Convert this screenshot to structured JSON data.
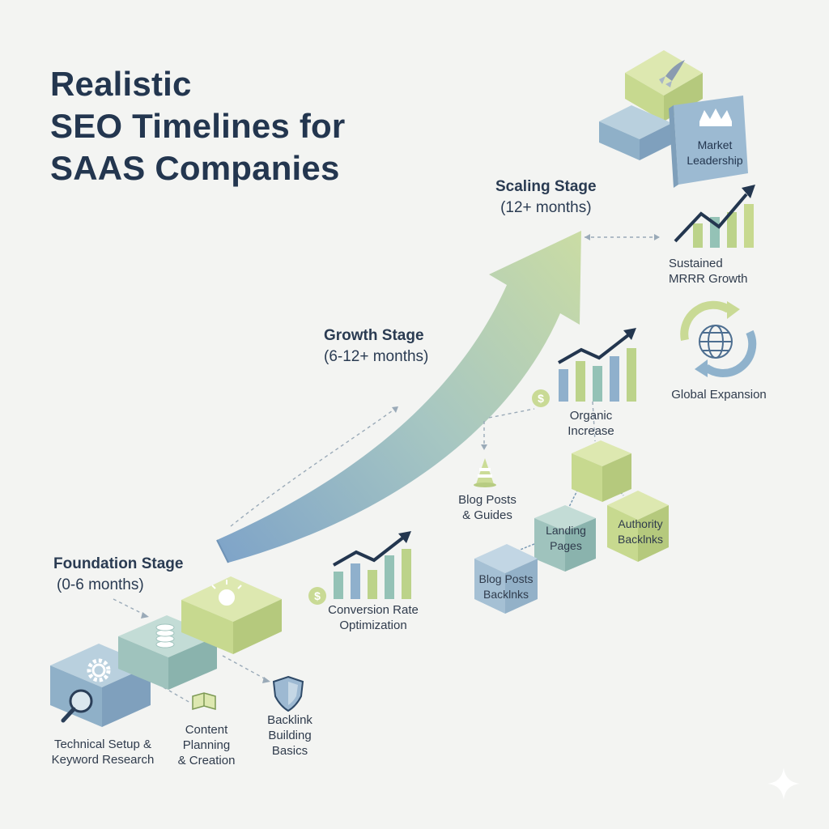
{
  "title": {
    "lines": [
      "Realistic",
      "SEO Timelines for",
      "SAAS Companies"
    ]
  },
  "stages": {
    "foundation": {
      "name": "Foundation Stage",
      "duration": "(0-6 months)"
    },
    "growth": {
      "name": "Growth Stage",
      "duration": "(6-12+ months)"
    },
    "scaling": {
      "name": "Scaling Stage",
      "duration": "(12+ months)"
    }
  },
  "labels": {
    "technical": [
      "Technical Setup &",
      "Keyword Research"
    ],
    "content": [
      "Content",
      "Planning",
      "& Creation"
    ],
    "backlink_basics": [
      "Backlink",
      "Building",
      "Basics"
    ],
    "conversion": [
      "Conversion Rate",
      "Optimization"
    ],
    "blog_guides": [
      "Blog Posts",
      "& Guides"
    ],
    "organic": [
      "Organic",
      "Increase"
    ],
    "landing": [
      "Landing",
      "Pages"
    ],
    "authority": [
      "Authority",
      "Backlnks"
    ],
    "blog_backlinks": [
      "Blog Posts",
      "Backlnks"
    ],
    "market": [
      "Market",
      "Leadership"
    ],
    "mrr": [
      "Sustained",
      "MRRR Growth"
    ],
    "global": [
      "Global Expansion"
    ]
  },
  "icons": {
    "gear": "gear-icon",
    "search": "magnifier-icon",
    "coins": "coin-stack-icon",
    "bulb": "lightbulb-icon",
    "book": "book-icon",
    "shield": "shield-icon",
    "dollar": "dollar-icon",
    "cone": "cone-icon",
    "crown": "crown-icon",
    "rocket": "rocket-icon",
    "globe": "globe-icon",
    "sparkle": "sparkle-icon"
  },
  "colors": {
    "navy": "#23364f",
    "blue_face": "#8fb0c8",
    "blue_top": "#b9d0de",
    "green_face": "#c7d98f",
    "green_top": "#dde8b0",
    "teal_face": "#9fc3bd",
    "teal_top": "#c3dcd6",
    "bar_green": "#bcd38a",
    "bar_blue": "#8fb0cc",
    "bar_teal": "#94c2b6"
  }
}
